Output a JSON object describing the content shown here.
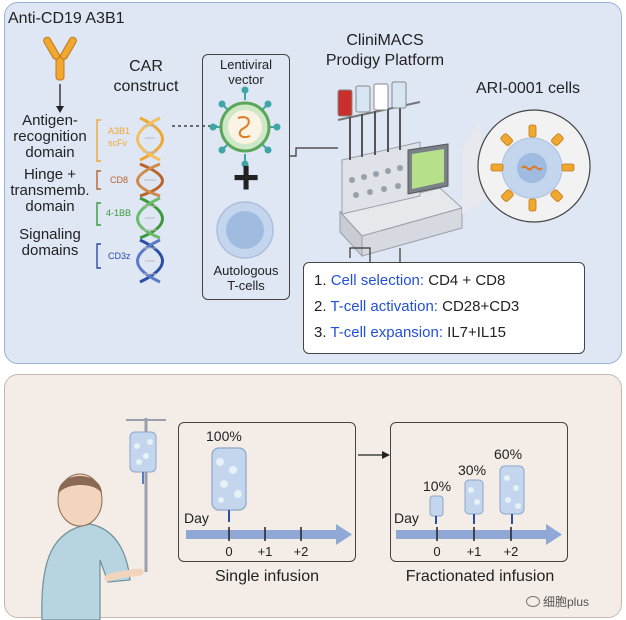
{
  "top": {
    "antibody_title": "Anti-CD19 A3B1",
    "car_title_line1": "CAR",
    "car_title_line2": "construct",
    "domains": [
      {
        "line1": "Antigen-",
        "line2": "recognition",
        "line3": "domain"
      },
      {
        "line1": "Hinge +",
        "line2": "transmemb.",
        "line3": "domain"
      },
      {
        "line1": "Signaling",
        "line2": "domains",
        "line3": ""
      }
    ],
    "segments": [
      {
        "line1": "A3B1",
        "line2": "scFv",
        "color": "#f0a830"
      },
      {
        "line1": "CD8",
        "line2": "",
        "color": "#b8642a"
      },
      {
        "line1": "4-1BB",
        "line2": "",
        "color": "#3c9a3c"
      },
      {
        "line1": "CD3z",
        "line2": "",
        "color": "#2a4fa8"
      }
    ],
    "lenti_line1": "Lentiviral",
    "lenti_line2": "vector",
    "plus": "+",
    "auto_line1": "Autologous",
    "auto_line2": "T-cells",
    "platform_line1": "CliniMACS",
    "platform_line2": "Prodigy Platform",
    "cells_title": "ARI-0001 cells",
    "steps": [
      {
        "num": "1.",
        "label": "Cell selection:",
        "detail": "CD4 + CD8"
      },
      {
        "num": "2.",
        "label": "T-cell activation:",
        "detail": "CD28+CD3"
      },
      {
        "num": "3.",
        "label": "T-cell expansion:",
        "detail": "IL7+IL15"
      }
    ],
    "colors": {
      "highlight": "#2350d8"
    }
  },
  "bottom": {
    "single": {
      "percent": "100%",
      "day_label": "Day",
      "ticks": [
        "0",
        "+1",
        "+2"
      ],
      "caption": "Single infusion"
    },
    "fractionated": {
      "percents": [
        "10%",
        "30%",
        "60%"
      ],
      "day_label": "Day",
      "ticks": [
        "0",
        "+1",
        "+2"
      ],
      "caption": "Fractionated infusion"
    }
  },
  "watermark": "细胞plus"
}
